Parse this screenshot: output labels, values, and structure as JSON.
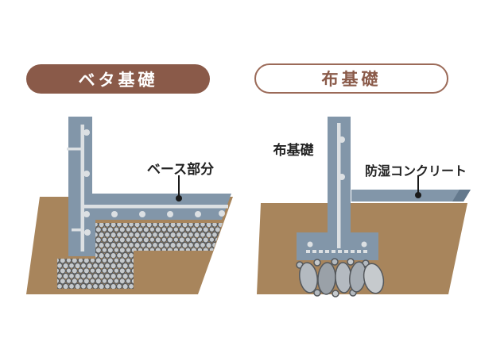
{
  "badges": {
    "left": "ベタ基礎",
    "right": "布基礎"
  },
  "left_diagram": {
    "callout": "ベース部分"
  },
  "right_diagram": {
    "wall_label": "布基礎",
    "slab_callout": "防湿コンクリート"
  },
  "colors": {
    "badge_brown": "#8a5a49",
    "badge_outline": "#9b6a58",
    "concrete": "#8296a9",
    "concrete_shadow": "#64798d",
    "rebar": "#dce0e3",
    "soil": "#a8855c",
    "stone_fill": "#c6cacd",
    "stone_outline": "#54585c",
    "text": "#222222",
    "background": "#ffffff"
  }
}
